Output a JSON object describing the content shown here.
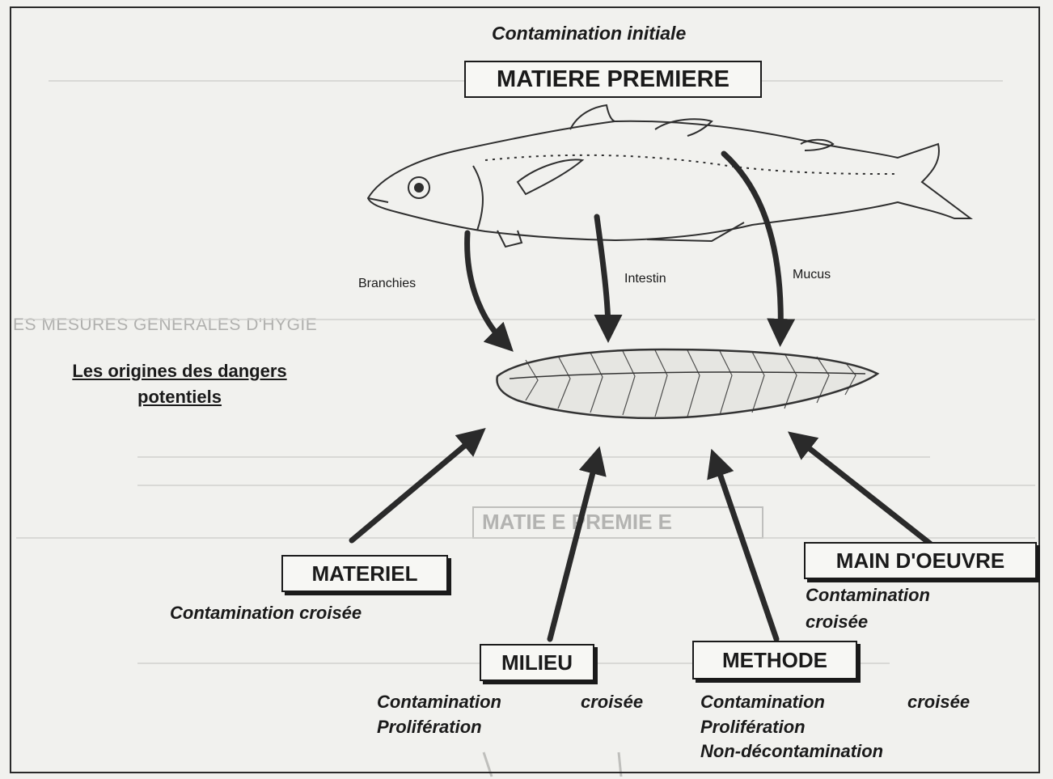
{
  "title_top": "Contamination initiale",
  "source_box": "MATIERE PREMIERE",
  "origins_title": [
    "Les origines des dangers",
    "potentiels"
  ],
  "fish_paths": [
    "Branchies",
    "Intestin",
    "Mucus"
  ],
  "ghost_text": {
    "heading": "ES MESURES GENERALES D'HYGIE",
    "box": "MATIE  E PREMIE  E"
  },
  "sources": {
    "materiel": {
      "label": "MATERIEL",
      "notes": [
        "Contamination croisée"
      ]
    },
    "milieu": {
      "label": "MILIEU",
      "notes_line1_a": "Contamination",
      "notes_line1_b": "croisée",
      "notes_line2": "Prolifération"
    },
    "methode": {
      "label": "METHODE",
      "notes_line1_a": "Contamination",
      "notes_line1_b": "croisée",
      "notes_line2": "Prolifération",
      "notes_line3": "Non-décontamination"
    },
    "main_oeuvre": {
      "label": "MAIN D'OEUVRE",
      "notes": [
        "Contamination",
        "croisée"
      ]
    }
  },
  "colors": {
    "ink": "#1a1a1a",
    "paper": "#f1f1ee",
    "ghost": "#a4a4a2"
  }
}
